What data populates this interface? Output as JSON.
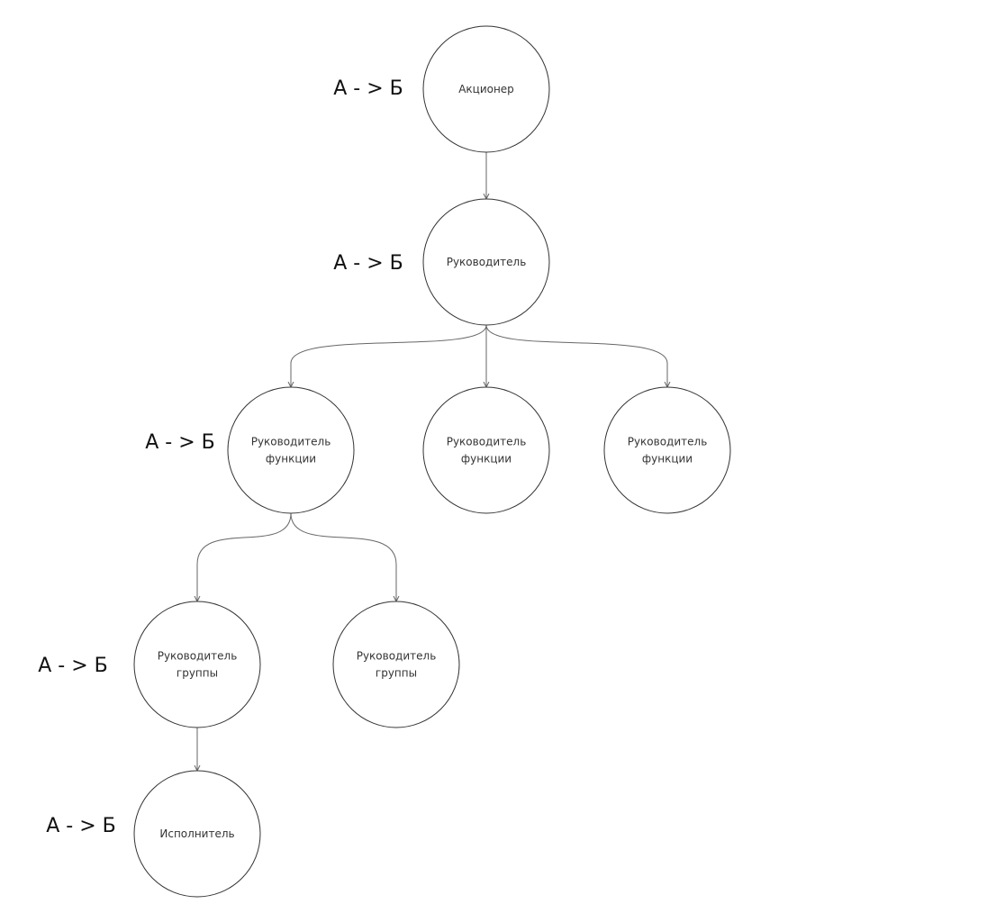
{
  "nodes": [
    {
      "id": "shareholder",
      "lines": [
        "Акционер"
      ]
    },
    {
      "id": "head",
      "lines": [
        "Руководитель"
      ]
    },
    {
      "id": "func-head-1",
      "lines": [
        "Руководитель",
        "функции"
      ]
    },
    {
      "id": "func-head-2",
      "lines": [
        "Руководитель",
        "функции"
      ]
    },
    {
      "id": "func-head-3",
      "lines": [
        "Руководитель",
        "функции"
      ]
    },
    {
      "id": "group-head-1",
      "lines": [
        "Руководитель",
        "группы"
      ]
    },
    {
      "id": "group-head-2",
      "lines": [
        "Руководитель",
        "группы"
      ]
    },
    {
      "id": "executor",
      "lines": [
        "Исполнитель"
      ]
    }
  ],
  "edges": [
    {
      "from": "shareholder",
      "to": "head"
    },
    {
      "from": "head",
      "to": "func-head-1"
    },
    {
      "from": "head",
      "to": "func-head-2"
    },
    {
      "from": "head",
      "to": "func-head-3"
    },
    {
      "from": "func-head-1",
      "to": "group-head-1"
    },
    {
      "from": "func-head-1",
      "to": "group-head-2"
    },
    {
      "from": "group-head-1",
      "to": "executor"
    }
  ],
  "level_labels": [
    {
      "id": "label-shareholder",
      "text": "А - > Б"
    },
    {
      "id": "label-head",
      "text": "А - > Б"
    },
    {
      "id": "label-func-head",
      "text": "А - > Б"
    },
    {
      "id": "label-group-head",
      "text": "А - > Б"
    },
    {
      "id": "label-executor",
      "text": "А - > Б"
    }
  ],
  "colors": {
    "node_stroke": "#333333",
    "edge_stroke": "#666666",
    "text": "#333333",
    "label_text": "#111111",
    "background": "#ffffff"
  }
}
